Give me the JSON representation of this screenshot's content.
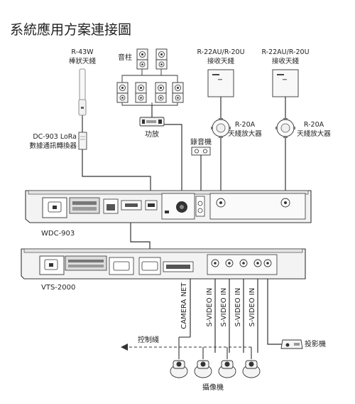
{
  "title": "系統應用方案連接圖",
  "labels": {
    "r43w_model": "R-43W",
    "r43w_desc": "棒狀天綫",
    "speaker": "音柱",
    "amp": "功放",
    "recorder": "錄音機",
    "rx1_model": "R-22AU/R-20U",
    "rx1_desc": "接收天綫",
    "rx2_model": "R-22AU/R-20U",
    "rx2_desc": "接收天綫",
    "booster1_model": "R-20A",
    "booster1_desc": "天綫放大器",
    "booster2_model": "R-20A",
    "booster2_desc": "天綫放大器",
    "lora_model": "DC-903 LoRa",
    "lora_desc": "數據通訊轉換器",
    "wdc_name": "WDC-903",
    "vts_name": "VTS-2000",
    "camera_net": "CAMERA NET",
    "svideo_1": "S-VIDEO IN",
    "svideo_2": "S-VIDEO IN",
    "svideo_3": "S-VIDEO IN",
    "svideo_4": "S-VIDEO IN",
    "controller": "控制綫",
    "camera": "攝像機",
    "projector": "投影機"
  },
  "colors": {
    "line": "#333333",
    "device_fill": "#f2f2f2",
    "panel_fill": "#e6e6e6",
    "dark": "#222222"
  }
}
